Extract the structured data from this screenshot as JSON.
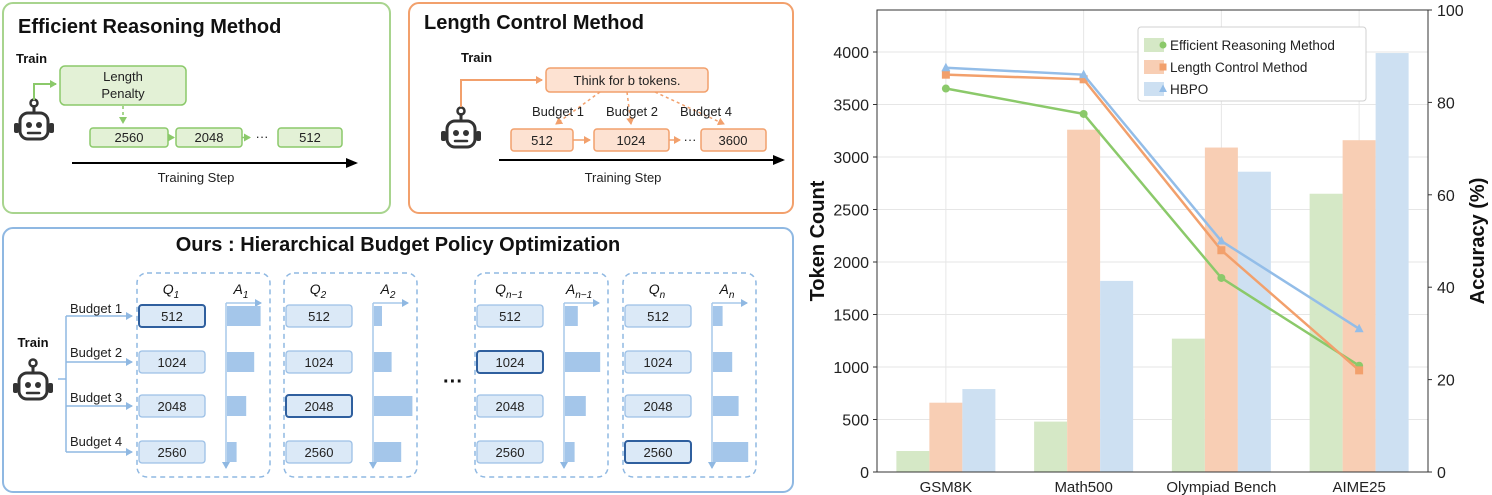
{
  "panel_efficient": {
    "title": "Efficient Reasoning Method",
    "train_label": "Train",
    "penalty_line1": "Length",
    "penalty_line2": "Penalty",
    "steps": [
      "2560",
      "2048",
      "512"
    ],
    "ellipsis": "···",
    "axis_label": "Training Step"
  },
  "panel_length": {
    "title": "Length Control Method",
    "train_label": "Train",
    "prompt": "Think for b tokens.",
    "budgets": [
      "Budget 1",
      "Budget 2",
      "Budget 4"
    ],
    "steps": [
      "512",
      "1024",
      "3600"
    ],
    "ellipsis": "···",
    "axis_label": "Training Step"
  },
  "panel_hbpo": {
    "title": "Ours : Hierarchical Budget Policy Optimization",
    "train_label": "Train",
    "budget_labels": [
      "Budget 1",
      "Budget 2",
      "Budget 3",
      "Budget 4"
    ],
    "groups": [
      {
        "q": "Q",
        "q_sub": "1",
        "a": "A",
        "a_sub": "1",
        "values": [
          "512",
          "1024",
          "2048",
          "2560"
        ],
        "selected": 0,
        "bars": [
          0.42,
          0.34,
          0.24,
          0.12
        ]
      },
      {
        "q": "Q",
        "q_sub": "2",
        "a": "A",
        "a_sub": "2",
        "values": [
          "512",
          "1024",
          "2048",
          "2560"
        ],
        "selected": 2,
        "bars": [
          0.1,
          0.22,
          0.48,
          0.34
        ]
      },
      {
        "q": "Q",
        "q_sub": "n−1",
        "a": "A",
        "a_sub": "n−1",
        "values": [
          "512",
          "1024",
          "2048",
          "2560"
        ],
        "selected": 1,
        "bars": [
          0.16,
          0.44,
          0.26,
          0.12
        ]
      },
      {
        "q": "Q",
        "q_sub": "n",
        "a": "A",
        "a_sub": "n",
        "values": [
          "512",
          "1024",
          "2048",
          "2560"
        ],
        "selected": 3,
        "bars": [
          0.12,
          0.24,
          0.32,
          0.44
        ]
      }
    ],
    "ellipsis": "···"
  },
  "chart_data": {
    "type": "bar",
    "categories": [
      "GSM8K",
      "Math500",
      "Olympiad Bench",
      "AIME25"
    ],
    "ylabel": "Token Count",
    "y2label": "Accuracy (%)",
    "ylim": [
      0,
      4400
    ],
    "y2lim": [
      0,
      100
    ],
    "yticks": [
      0,
      500,
      1000,
      1500,
      2000,
      2500,
      3000,
      3500,
      4000
    ],
    "y2ticks": [
      0,
      20,
      40,
      60,
      80,
      100
    ],
    "grid": true,
    "legend_position": "top-right",
    "series": [
      {
        "name": "Efficient Reasoning Method",
        "bar_values": [
          200,
          480,
          1270,
          2650
        ],
        "line_values": [
          83,
          77.5,
          42,
          23
        ],
        "bar_color": "#d5e8c6",
        "line_color": "#8bc96a",
        "marker": "circle"
      },
      {
        "name": "Length Control Method",
        "bar_values": [
          660,
          3260,
          3090,
          3160
        ],
        "line_values": [
          86,
          85,
          48,
          22
        ],
        "bar_color": "#f8ceb4",
        "line_color": "#f2a06c",
        "marker": "square"
      },
      {
        "name": "HBPO",
        "bar_values": [
          790,
          1820,
          2860,
          3990
        ],
        "line_values": [
          87.5,
          86,
          50,
          31
        ],
        "bar_color": "#cde0f2",
        "line_color": "#93bde8",
        "marker": "triangle"
      }
    ]
  }
}
